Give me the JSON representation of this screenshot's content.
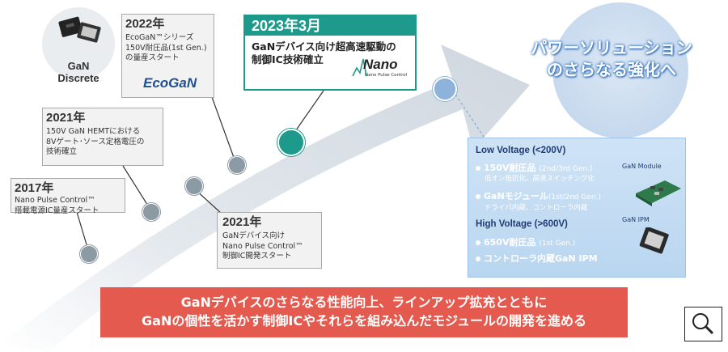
{
  "discrete": {
    "line1": "GaN",
    "line2": "Discrete"
  },
  "milestones": {
    "m2017": {
      "year": "2017年",
      "lines": [
        "Nano Pulse Control™",
        "搭載電源IC量産スタート"
      ]
    },
    "m2021a": {
      "year": "2021年",
      "lines": [
        "150V GaN HEMTにおける",
        "8Vゲート･ソース定格電圧の",
        "技術確立"
      ]
    },
    "m2022": {
      "year": "2022年",
      "lines": [
        "EcoGaN™シリーズ",
        "150V耐圧品(1st Gen.)",
        "の量産スタート"
      ],
      "logo": "EcoGaN"
    },
    "m2021b": {
      "year": "2021年",
      "lines": [
        "GaNデバイス向け",
        "Nano Pulse Control™",
        "制御IC開発スタート"
      ]
    },
    "m2023": {
      "year": "2023年3月",
      "lines": [
        "GaNデバイス向け超高速駆動の",
        "制御IC技術確立"
      ],
      "logo": "Nano",
      "logo_sub": "Nano Pulse Control"
    }
  },
  "goal": {
    "line1": "パワーソリューション",
    "line2": "のさらなる強化へ"
  },
  "panel": {
    "low_head": "Low Voltage (<200V)",
    "low_item1": "150V耐圧品",
    "low_item1_gen": "(2nd/3rd Gen.)",
    "low_item1_sub": "低オン抵抗化、高速スイッチング化",
    "low_item2": "GaNモジュール",
    "low_item2_gen": "(1st/2nd Gen.)",
    "low_item2_sub": "ドライバ内蔵、コントローラ内蔵",
    "high_head": "High Voltage (>600V)",
    "high_item1": "650V耐圧品",
    "high_item1_gen": "(1st Gen.)",
    "high_item2": "コントローラ内蔵GaN IPM",
    "module_label": "GaN Module",
    "ipm_label": "GaN IPM"
  },
  "banner": {
    "line1": "GaNデバイスのさらなる性能向上、ラインアップ拡充とともに",
    "line2": "GaNの個性を活かす制御ICやそれらを組み込んだモジュールの開発を進める"
  },
  "colors": {
    "teal": "#1e9a8d",
    "banner_red": "#e55a4e",
    "goal_blue": "#3b7cc8",
    "dot_gray": "#8c9aa3"
  }
}
